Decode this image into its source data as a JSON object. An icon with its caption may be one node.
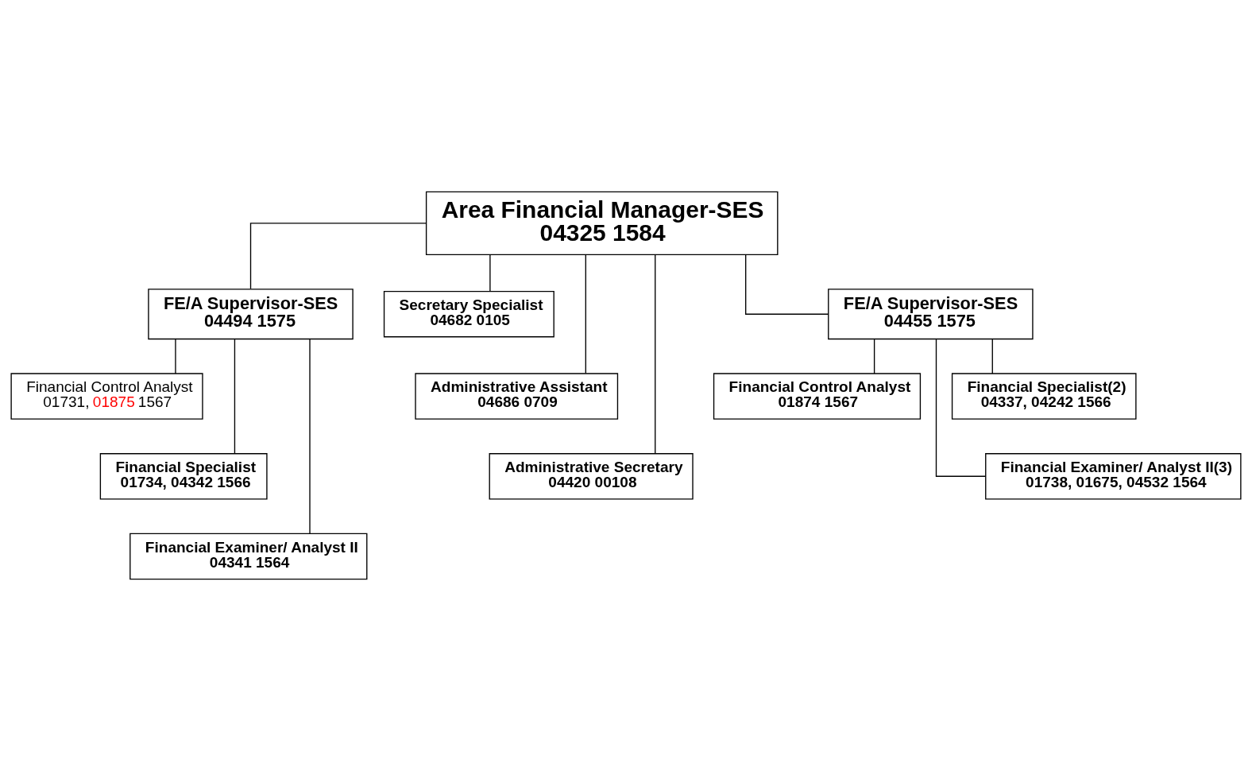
{
  "diagram": {
    "nodes": [
      {
        "text": [
          "Area Financial Manager-SES",
          "04325 1584"
        ]
      },
      {
        "text": [
          "FE/A Supervisor-SES",
          "04494 1575"
        ]
      },
      {
        "text": [
          "Secretary Specialist",
          "04682 0105"
        ]
      },
      {
        "text": [
          "Administrative Assistant",
          "04686 0709"
        ]
      },
      {
        "text": [
          "Administrative Secretary",
          "04420 00108"
        ]
      },
      {
        "text": [
          "FE/A Supervisor-SES",
          "04455 1575"
        ]
      },
      {
        "text": [
          "Financial Control Analyst",
          "01731,",
          "01875",
          "1567"
        ]
      },
      {
        "text": [
          "Financial Specialist",
          "01734, 04342 1566"
        ]
      },
      {
        "text": [
          "Financial Examiner/ Analyst II",
          "04341 1564"
        ]
      },
      {
        "text": [
          "Financial Control Analyst",
          "01874 1567"
        ]
      },
      {
        "text": [
          "Financial Specialist(2)",
          "04337, 04242 1566"
        ]
      },
      {
        "text": [
          "Financial Examiner/ Analyst II(3)",
          "01738, 01675, 04532 1564"
        ]
      }
    ],
    "edges": [
      {
        "from": 0,
        "to": 1,
        "arrow": "none"
      },
      {
        "from": 0,
        "to": 2,
        "arrow": "none"
      },
      {
        "from": 0,
        "to": 3,
        "arrow": "none"
      },
      {
        "from": 0,
        "to": 4,
        "arrow": "none"
      },
      {
        "from": 0,
        "to": 5,
        "arrow": "none"
      },
      {
        "from": 1,
        "to": 6,
        "arrow": "none"
      },
      {
        "from": 1,
        "to": 7,
        "arrow": "none"
      },
      {
        "from": 1,
        "to": 8,
        "arrow": "none"
      },
      {
        "from": 5,
        "to": 9,
        "arrow": "none"
      },
      {
        "from": 5,
        "to": 10,
        "arrow": "none"
      },
      {
        "from": 5,
        "to": 11,
        "arrow": "none"
      }
    ]
  }
}
